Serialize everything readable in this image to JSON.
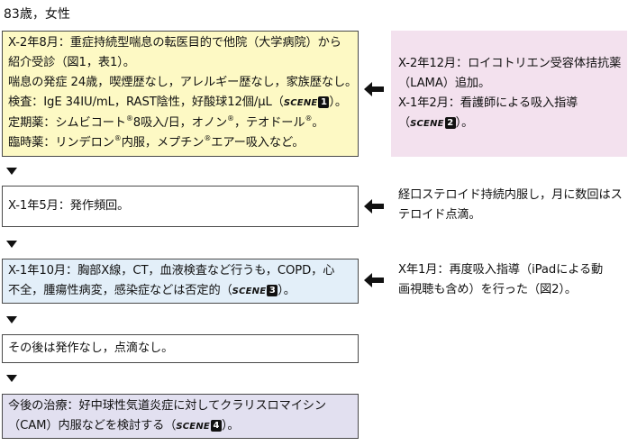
{
  "header": "83歳，女性",
  "box1": {
    "l1": "X-2年8月：重症持続型喘息の転医目的で他院（大学病院）から",
    "l2": "紹介受診（図1，表1）。",
    "l3": "喘息の発症 24歳，喫煙歴なし，アレルギー歴なし，家族歴なし。",
    "l4_pre": "検査：IgE 34IU/mL，RAST陰性，好酸球12個/μL（",
    "l4_post": "）。",
    "l5_a": "定期薬：シムビコート",
    "l5_b": "8吸入/日，オノン",
    "l5_c": "，テオドール",
    "l5_d": "。",
    "l6_a": "臨時薬：リンデロン",
    "l6_b": "内服，メプチン",
    "l6_c": "エアー吸入など。"
  },
  "side1": {
    "l1": "X-2年12月：ロイコトリエン受容体拮抗薬",
    "l2": "（LAMA）追加。",
    "l3": "X-1年2月：看護師による吸入指導",
    "l4_pre": "（",
    "l4_post": "）。"
  },
  "box2": {
    "l1": "X-1年5月：発作頻回。"
  },
  "side2": {
    "l1": "経口ステロイド持続内服し，月に数回はス",
    "l2": "テロイド点滴。"
  },
  "box3": {
    "l1": "X-1年10月：胸部X線，CT，血液検査など行うも，COPD，心",
    "l2_pre": "不全，腫瘍性病変，感染症などは否定的（",
    "l2_post": "）。"
  },
  "side3": {
    "l1": "X年1月：再度吸入指導（iPadによる動",
    "l2": "画視聴も含め）を行った（図2）。"
  },
  "box4": {
    "l1": "その後は発作なし，点滴なし。"
  },
  "box5": {
    "l1": "今後の治療：好中球性気道炎症に対してクラリスロマイシン",
    "l2_pre": "（CAM）内服などを検討する（",
    "l2_post": "）。"
  },
  "scene_word": "SCENE",
  "scene_nums": [
    "1",
    "2",
    "3",
    "4"
  ],
  "reg_mark": "®",
  "colors": {
    "box1_bg": "#fdf9c4",
    "side1_bg": "#f3e1ee",
    "box3_bg": "#e3eff9",
    "box5_bg": "#e2e0f0"
  }
}
